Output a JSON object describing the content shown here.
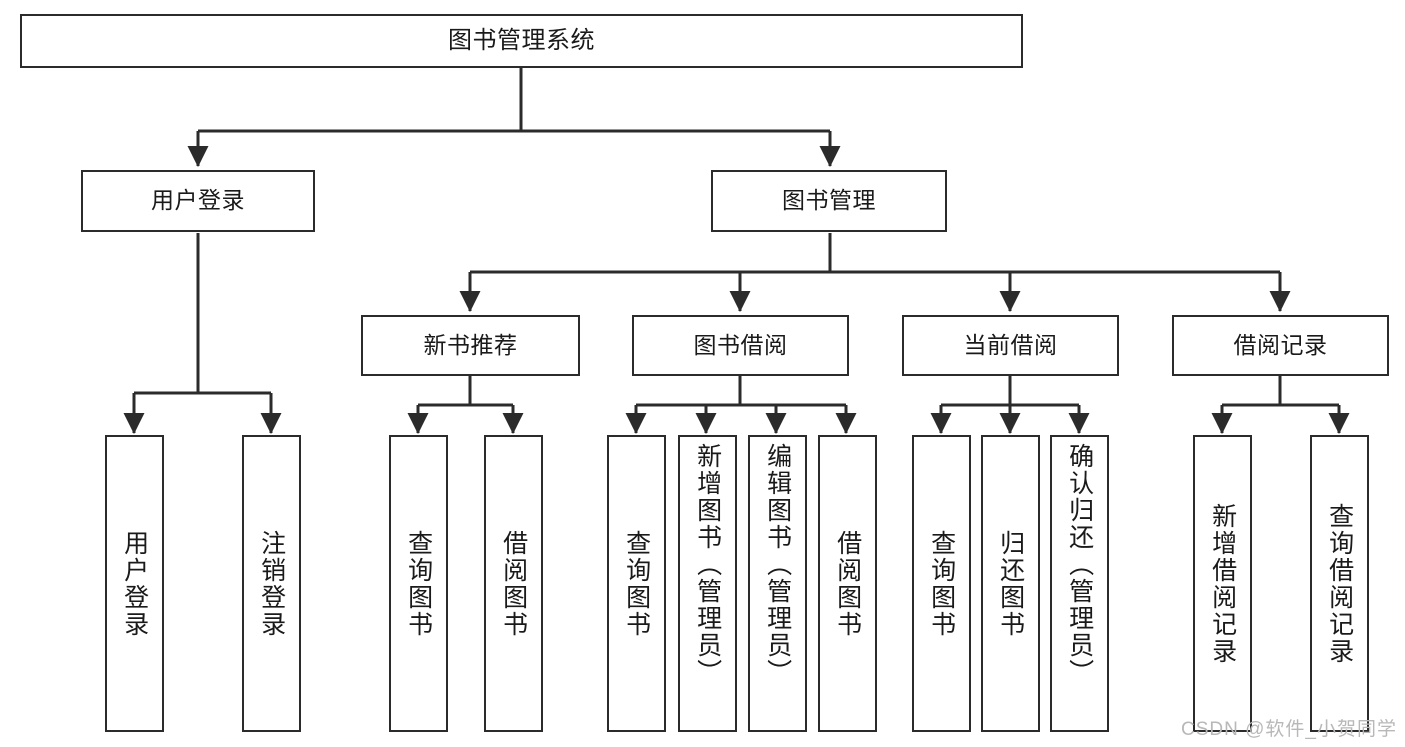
{
  "diagram": {
    "title": "图书管理系统",
    "type": "tree-hierarchy",
    "watermark": "CSDN @软件_小贺同学",
    "colors": {
      "box_border": "#2b2b2b",
      "box_fill": "#ffffff",
      "edge": "#2b2b2b",
      "text": "#1a1a1a",
      "watermark": "#b8b8b8"
    }
  },
  "nodes": {
    "root": {
      "label": "图书管理系统"
    },
    "level2": [
      {
        "label": "用户登录"
      },
      {
        "label": "图书管理"
      }
    ],
    "level3": [
      {
        "label": "新书推荐"
      },
      {
        "label": "图书借阅"
      },
      {
        "label": "当前借阅"
      },
      {
        "label": "借阅记录"
      }
    ],
    "leaves": {
      "user_login": [
        {
          "label": "用户登录"
        },
        {
          "label": "注销登录"
        }
      ],
      "new_book_recommend": [
        {
          "label": "查询图书"
        },
        {
          "label": "借阅图书"
        }
      ],
      "book_borrow": [
        {
          "label": "查询图书"
        },
        {
          "label": "新增图书（管理员）"
        },
        {
          "label": "编辑图书（管理员）"
        },
        {
          "label": "借阅图书"
        }
      ],
      "current_borrow": [
        {
          "label": "查询图书"
        },
        {
          "label": "归还图书"
        },
        {
          "label": "确认归还（管理员）"
        }
      ],
      "borrow_record": [
        {
          "label": "新增借阅记录"
        },
        {
          "label": "查询借阅记录"
        }
      ]
    }
  }
}
